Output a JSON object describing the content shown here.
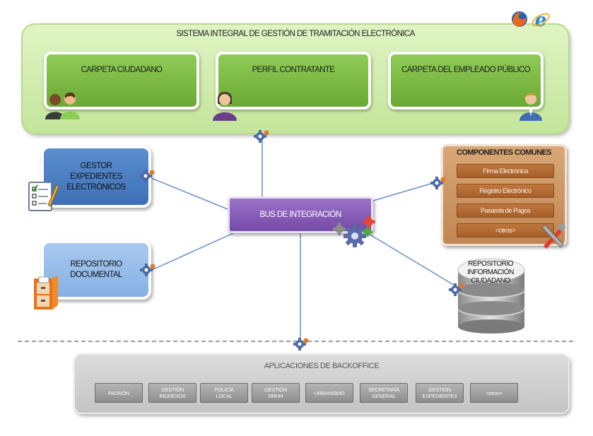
{
  "system": {
    "title": "SISTEMA INTEGRAL DE GESTIÓN DE TRAMITACIÓN ELECTRÓNICA",
    "boxes": [
      {
        "label": "CARPETA CIUDADANO"
      },
      {
        "label": "PERFIL CONTRATANTE"
      },
      {
        "label": "CARPETA DEL EMPLEADO PÚBLICO"
      }
    ]
  },
  "left": {
    "gestor": {
      "line1": "GESTOR",
      "line2": "EXPEDIENTES",
      "line3": "ELECTRÓNICOS"
    },
    "repositorio": {
      "line1": "REPOSITORIO",
      "line2": "DOCUMENTAL"
    }
  },
  "bus": {
    "label": "BUS DE INTEGRACIÓN"
  },
  "componentes": {
    "title": "COMPONENTES COMUNES",
    "items": [
      {
        "label": "Firma Electrónica"
      },
      {
        "label": "Registro Electrónico"
      },
      {
        "label": "Pasarela de Pagos"
      },
      {
        "label": "<otros>"
      }
    ]
  },
  "database": {
    "line1": "REPOSITORIO",
    "line2": "INFORMACIÓN",
    "line3": "CIUDADANO"
  },
  "backoffice": {
    "title": "APLICACIONES DE BACKOFFICE",
    "items": [
      {
        "line1": "PADRÓN",
        "line2": ""
      },
      {
        "line1": "GESTIÓN",
        "line2": "INGRESOS"
      },
      {
        "line1": "POLICÍA",
        "line2": "LOCAL"
      },
      {
        "line1": "GESTIÓN",
        "line2": "RRHH"
      },
      {
        "line1": "URBANISMO",
        "line2": ""
      },
      {
        "line1": "SECRETARÍA",
        "line2": "GENERAL"
      },
      {
        "line1": "GESTIÓN",
        "line2": "EXPEDIENTES"
      },
      {
        "line1": "<otros>",
        "line2": ""
      }
    ]
  },
  "icons": [
    "firefox-icon",
    "internet-explorer-icon",
    "users-icon",
    "contractor-user-icon",
    "employee-user-icon",
    "checklist-icon",
    "file-cabinet-icon",
    "gear-icon",
    "tools-icon",
    "database-icon"
  ],
  "colors": {
    "green": "#7ab846",
    "blue_dark": "#4a7dc1",
    "blue_light": "#96bbe8",
    "purple": "#8258b4",
    "brown": "#c98e5a",
    "gray": "#c9c9c9"
  }
}
